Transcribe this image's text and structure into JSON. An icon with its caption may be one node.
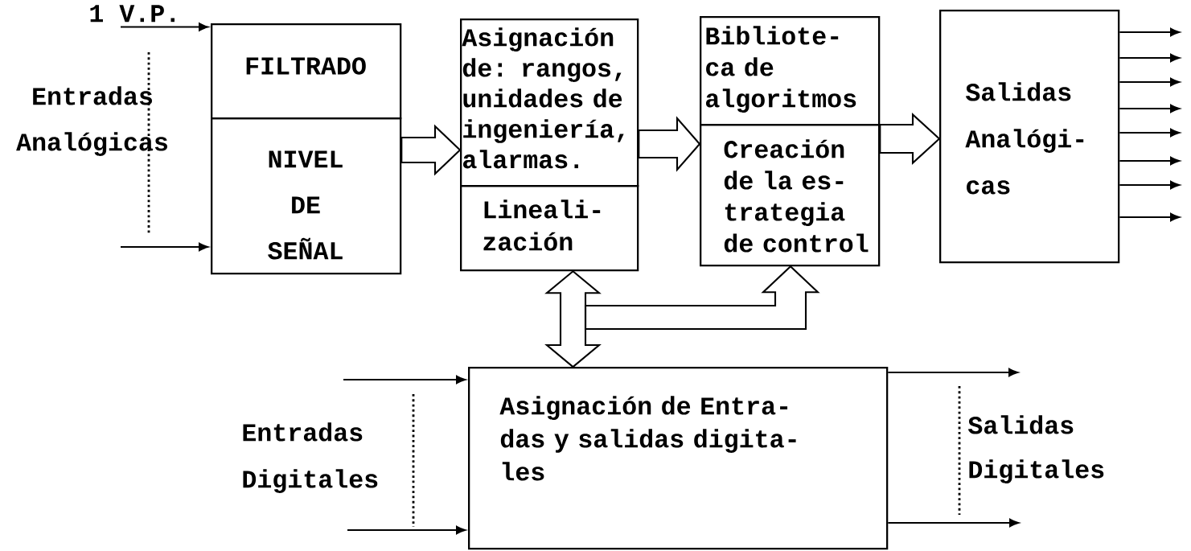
{
  "diagram": {
    "nodes": [
      {
        "text": [
          "FILTRADO"
        ]
      },
      {
        "text": [
          "NIVEL DE SEÑAL"
        ]
      },
      {
        "text": [
          "Asignación de: rangos, unidades de ingeniería, alarmas."
        ]
      },
      {
        "text": [
          "Lineali- zación"
        ]
      },
      {
        "text": [
          "Bibliote- ca de algoritmos"
        ]
      },
      {
        "text": [
          "Creación de la es- trategia de control"
        ]
      },
      {
        "text": [
          "Salidas Analógi- cas"
        ]
      },
      {
        "text": [
          "Asignación de Entra- das y salidas digita- les"
        ]
      },
      {
        "text": [
          "1 V.P."
        ]
      }
    ],
    "edges": [
      {
        "from": 8,
        "to": 0,
        "arrow": "to"
      },
      {
        "from": null,
        "to": 1,
        "arrow": "to"
      },
      {
        "from": 1,
        "to": 2,
        "arrow": "to",
        "style": "thick"
      },
      {
        "from": 2,
        "to": 5,
        "arrow": "to",
        "style": "thick"
      },
      {
        "from": 5,
        "to": 6,
        "arrow": "to",
        "style": "thick"
      },
      {
        "from": 3,
        "to": 7,
        "arrow": "both",
        "style": "thick"
      },
      {
        "from": 7,
        "to": 5,
        "arrow": "to",
        "style": "thick"
      },
      {
        "from": 6,
        "to": null,
        "arrow": "to"
      },
      {
        "from": 6,
        "to": null,
        "arrow": "to"
      },
      {
        "from": 6,
        "to": null,
        "arrow": "to"
      },
      {
        "from": 6,
        "to": null,
        "arrow": "to"
      },
      {
        "from": 6,
        "to": null,
        "arrow": "to"
      },
      {
        "from": 6,
        "to": null,
        "arrow": "to"
      },
      {
        "from": 6,
        "to": null,
        "arrow": "to"
      },
      {
        "from": 6,
        "to": null,
        "arrow": "to"
      },
      {
        "from": null,
        "to": 7,
        "arrow": "to"
      },
      {
        "from": null,
        "to": 7,
        "arrow": "to"
      },
      {
        "from": 7,
        "to": null,
        "arrow": "to"
      },
      {
        "from": 7,
        "to": null,
        "arrow": "to"
      }
    ],
    "labels": [
      "Entradas Analógicas",
      "Entradas Digitales",
      "Salidas Digitales"
    ]
  }
}
